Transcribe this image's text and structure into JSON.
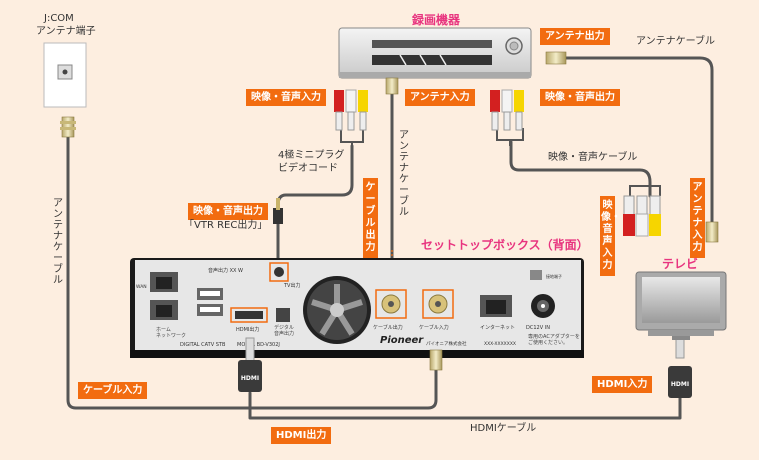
{
  "jcom": {
    "line1": "J:COM",
    "line2": "アンテナ端子"
  },
  "recorder": {
    "title": "録画機器"
  },
  "stb": {
    "title": "セットトップボックス（背面）",
    "brand": "Pioneer",
    "port_labels": {
      "lan": "WAN",
      "home_network": "ホーム\nネットワーク",
      "digital_catv": "DIGITAL CATV STB",
      "hdmi": "HDMI出力",
      "digital_audio": "デジタル\n音声出力",
      "model": "MODEL BD-V302J",
      "tv_out": "TV出力",
      "cable_out": "ケーブル出力",
      "cable_in": "ケーブル入力",
      "internet": "インターネット",
      "power": "DC12V IN",
      "power_note": "専用のACアダプターを\nご使用ください。",
      "maker": "パイオニア株式会社",
      "serial": "XXX-XXXXXXX",
      "vidout_small": "音声出力 XX W",
      "ground": "接地端子"
    }
  },
  "tv": {
    "title": "テレビ"
  },
  "labels": {
    "antenna_out_recorder": "アンテナ出力",
    "antenna_cable_top": "アンテナケーブル",
    "av_in_recorder": "映像・音声入力",
    "antenna_in_recorder": "アンテナ入力",
    "av_out_recorder": "映像・音声出力",
    "mini_plug": "4極ミニプラグ",
    "video_cord": "ビデオコード",
    "av_out_stb": "映像・音声出力",
    "vtr_rec": "「VTR REC出力」",
    "antenna_cable_left": "アンテナケーブル",
    "antenna_cable_mid": "アンテナケーブル",
    "cable_out_vertical": "ケーブル出力",
    "av_cable": "映像・音声ケーブル",
    "av_in_tv": "映像・音声入力",
    "antenna_in_tv": "アンテナ入力",
    "cable_in": "ケーブル入力",
    "hdmi_out": "HDMI出力",
    "hdmi_cable": "HDMIケーブル",
    "hdmi_in": "HDMI入力",
    "hdmi_plug": "HDMI"
  },
  "colors": {
    "accent": "#f26c10",
    "title_pink": "#e8347f",
    "cable": "#555555",
    "background": "#fdeee0"
  }
}
